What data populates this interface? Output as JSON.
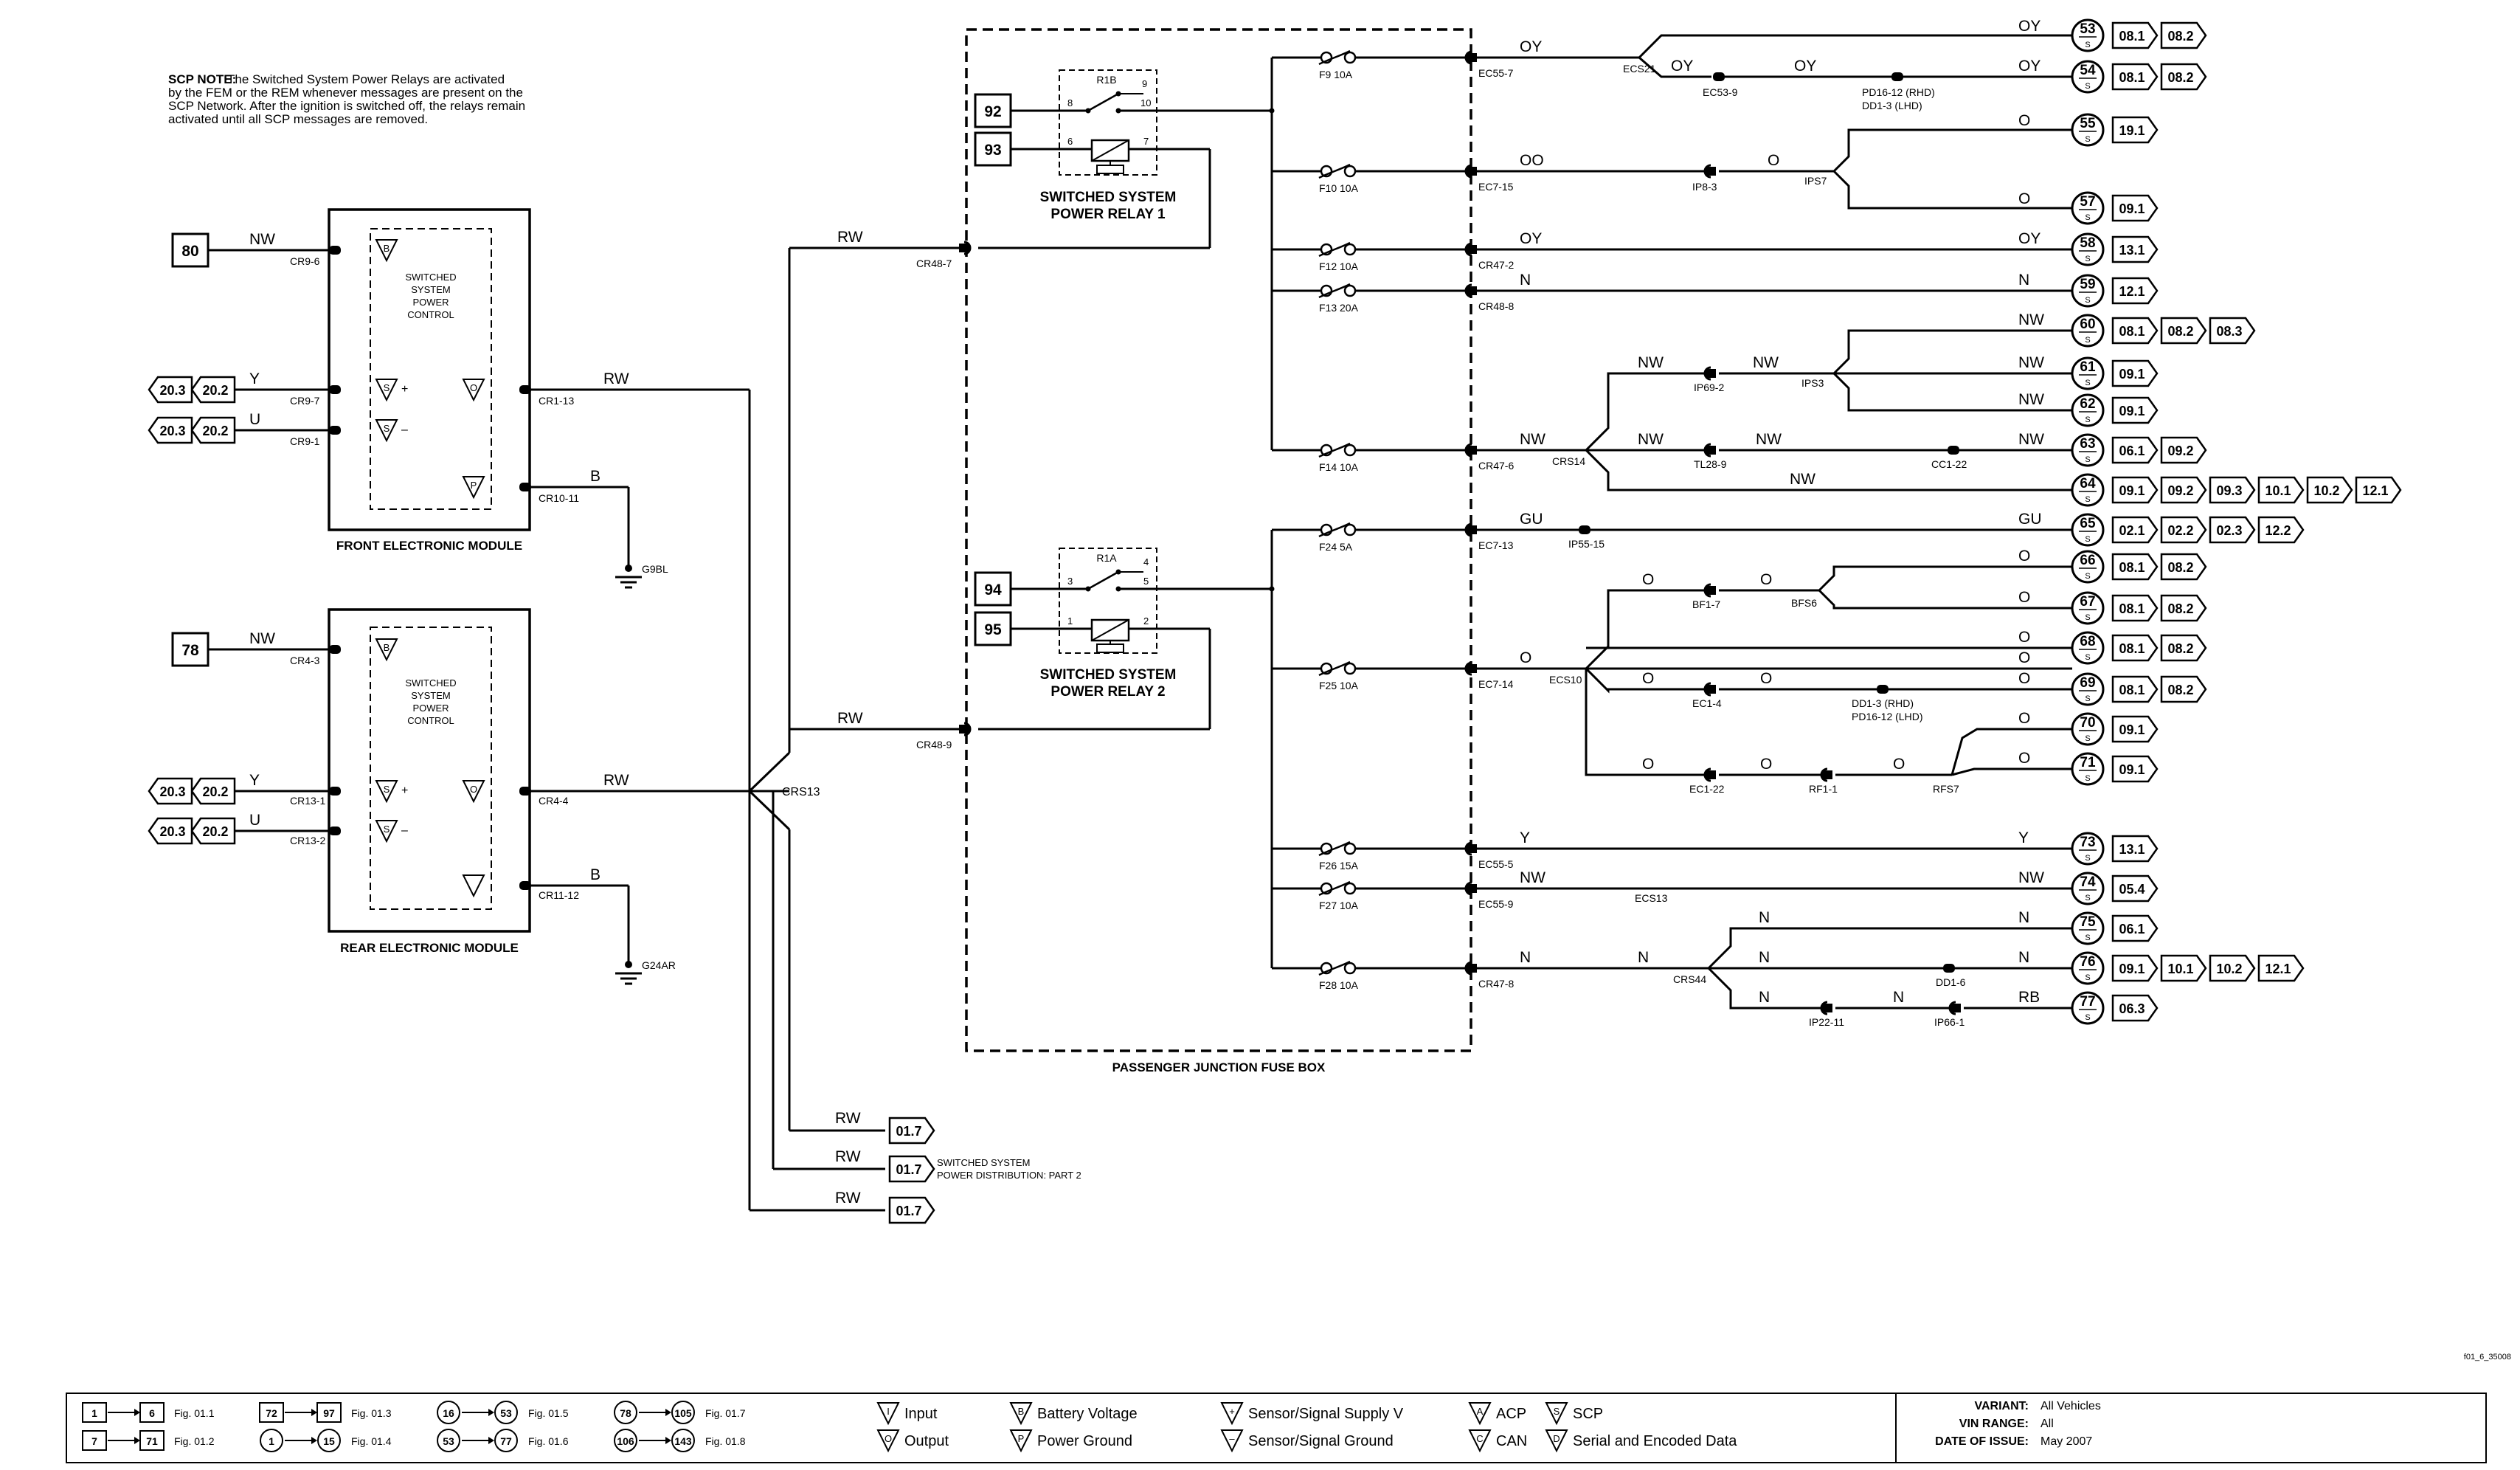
{
  "note": {
    "label": "SCP NOTE:",
    "lines": [
      "The Switched System Power Relays are activated",
      "by the FEM or the REM whenever messages are present on the",
      "SCP Network. After the ignition is switched off, the relays remain",
      "activated until all SCP messages are removed."
    ]
  },
  "fem": {
    "title": "FRONT ELECTRONIC MODULE",
    "inner": [
      "SWITCHED",
      "SYSTEM",
      "POWER",
      "CONTROL"
    ]
  },
  "rem": {
    "title": "REAR ELECTRONIC MODULE",
    "inner": [
      "SWITCHED",
      "SYSTEM",
      "POWER",
      "CONTROL"
    ]
  },
  "fusebox_title": "PASSENGER JUNCTION FUSE BOX",
  "relay1": {
    "title": [
      "SWITCHED SYSTEM",
      "POWER RELAY 1"
    ],
    "name": "R1B",
    "pins": [
      "8",
      "9",
      "10",
      "6",
      "7"
    ]
  },
  "relay2": {
    "title": [
      "SWITCHED SYSTEM",
      "POWER RELAY 2"
    ],
    "name": "R1A",
    "pins": [
      "3",
      "4",
      "5",
      "1",
      "2"
    ]
  },
  "boxes": [
    "80",
    "78",
    "92",
    "93",
    "94",
    "95"
  ],
  "fuses": [
    "F9 10A",
    "F10 10A",
    "F12 10A",
    "F13 20A",
    "F14 10A",
    "F24 5A",
    "F25 10A",
    "F26 15A",
    "F27 10A",
    "F28 10A"
  ],
  "connectors": [
    "CR9-6",
    "CR9-7",
    "CR9-1",
    "CR1-13",
    "CR10-11",
    "CR4-3",
    "CR13-1",
    "CR13-2",
    "CR4-4",
    "CR11-12",
    "CR48-7",
    "CR48-9",
    "CRS13",
    "EC55-7",
    "EC7-15",
    "CR47-2",
    "CR48-8",
    "CR47-6",
    "EC7-13",
    "EC7-14",
    "EC55-5",
    "EC55-9",
    "CR47-8",
    "ECS21",
    "EC53-9",
    "PD16-12 (RHD)",
    "DD1-3 (LHD)",
    "IP8-3",
    "IPS7",
    "IP69-2",
    "IPS3",
    "CRS14",
    "TL28-9",
    "CC1-22",
    "IP55-15",
    "BF1-7",
    "BFS6",
    "ECS10",
    "EC1-4",
    "DD1-3 (RHD)",
    "PD16-12 (LHD)",
    "EC1-22",
    "RF1-1",
    "RFS7",
    "ECS13",
    "CRS44",
    "DD1-6",
    "IP22-11",
    "IP66-1"
  ],
  "grounds": [
    "G9BL",
    "G24AR"
  ],
  "wires": [
    "NW",
    "Y",
    "U",
    "RW",
    "B",
    "OY",
    "OO",
    "O",
    "N",
    "GU",
    "RB"
  ],
  "splices": [
    "53",
    "54",
    "55",
    "57",
    "58",
    "59",
    "60",
    "61",
    "62",
    "63",
    "64",
    "65",
    "66",
    "67",
    "68",
    "69",
    "70",
    "71",
    "73",
    "74",
    "75",
    "76",
    "77"
  ],
  "refs": [
    "08.1",
    "08.2",
    "08.3",
    "19.1",
    "09.1",
    "13.1",
    "12.1",
    "06.1",
    "09.2",
    "09.3",
    "10.1",
    "10.2",
    "02.1",
    "02.2",
    "02.3",
    "12.2",
    "05.4",
    "06.3",
    "20.3",
    "20.2",
    "01.7"
  ],
  "dist_note": [
    "SWITCHED SYSTEM",
    "POWER DISTRIBUTION: PART 2"
  ],
  "figure_id": "f01_6_35008",
  "legend": {
    "figs": [
      {
        "from": "1",
        "to": "6",
        "label": "Fig. 01.1"
      },
      {
        "from": "7",
        "to": "71",
        "label": "Fig. 01.2"
      },
      {
        "from": "72",
        "to": "97",
        "label": "Fig. 01.3"
      },
      {
        "from": "1",
        "to": "15",
        "label": "Fig. 01.4"
      },
      {
        "from": "16",
        "to": "53",
        "label": "Fig. 01.5"
      },
      {
        "from": "53",
        "to": "77",
        "label": "Fig. 01.6"
      },
      {
        "from": "78",
        "to": "105",
        "label": "Fig. 01.7"
      },
      {
        "from": "106",
        "to": "143",
        "label": "Fig. 01.8"
      }
    ],
    "symbols": [
      "Input",
      "Output",
      "Battery Voltage",
      "Power Ground",
      "Sensor/Signal Supply V",
      "Sensor/Signal Ground",
      "ACP",
      "CAN",
      "SCP",
      "Serial and Encoded Data"
    ],
    "variant_label": "VARIANT:",
    "variant": "All Vehicles",
    "vin_label": "VIN RANGE:",
    "vin": "All",
    "date_label": "DATE OF ISSUE:",
    "date": "May 2007"
  }
}
